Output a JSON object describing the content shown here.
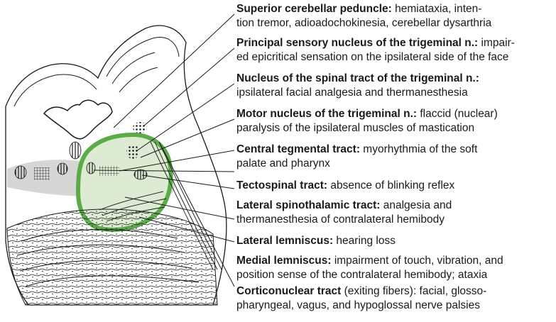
{
  "labels": [
    {
      "title": "Superior cerebellar peduncle:",
      "line1": " hemiataxia, inten-",
      "line2": "tion tremor, adioadochokinesia, cerebellar dysarthria"
    },
    {
      "title": "Principal sensory nucleus of the trigeminal n.:",
      "line1": " impair-",
      "line2": "ed epicritical sensation on the ipsilateral side of the face"
    },
    {
      "title": "Nucleus of the spinal tract of the trigeminal n.:",
      "line1": "",
      "line2": "ipsilateral facial analgesia and thermanesthesia"
    },
    {
      "title": "Motor nucleus of the trigeminal n.:",
      "line1": " flaccid (nuclear)",
      "line2": "paralysis of the ipsilateral muscles of mastication"
    },
    {
      "title": "Central tegmental tract:",
      "line1": " myorhythmia of the soft",
      "line2": "palate and pharynx"
    },
    {
      "title": "Tectospinal tract:",
      "line1": " absence of blinking reflex",
      "line2": ""
    },
    {
      "title": "Lateral spinothalamic tract:",
      "line1": " analgesia and",
      "line2": "thermanesthesia of contralateral hemibody"
    },
    {
      "title": "Lateral lemniscus:",
      "line1": " hearing loss",
      "line2": ""
    },
    {
      "title": "Medial lemniscus:",
      "line1": " impairment of touch, vibration, and",
      "line2": "position sense of the contralateral hemibody; ataxia"
    },
    {
      "title": "Corticonuclear tract",
      "line1": " (exiting fibers): facial, glosso-",
      "line2": "pharyngeal, vagus, and hypoglossal nerve palsies"
    }
  ],
  "colors": {
    "lesion_outline": "#5aac46",
    "lesion_fill": "#dcebd2",
    "shading": "#d6d6d6",
    "ink": "#1a1a1a"
  }
}
